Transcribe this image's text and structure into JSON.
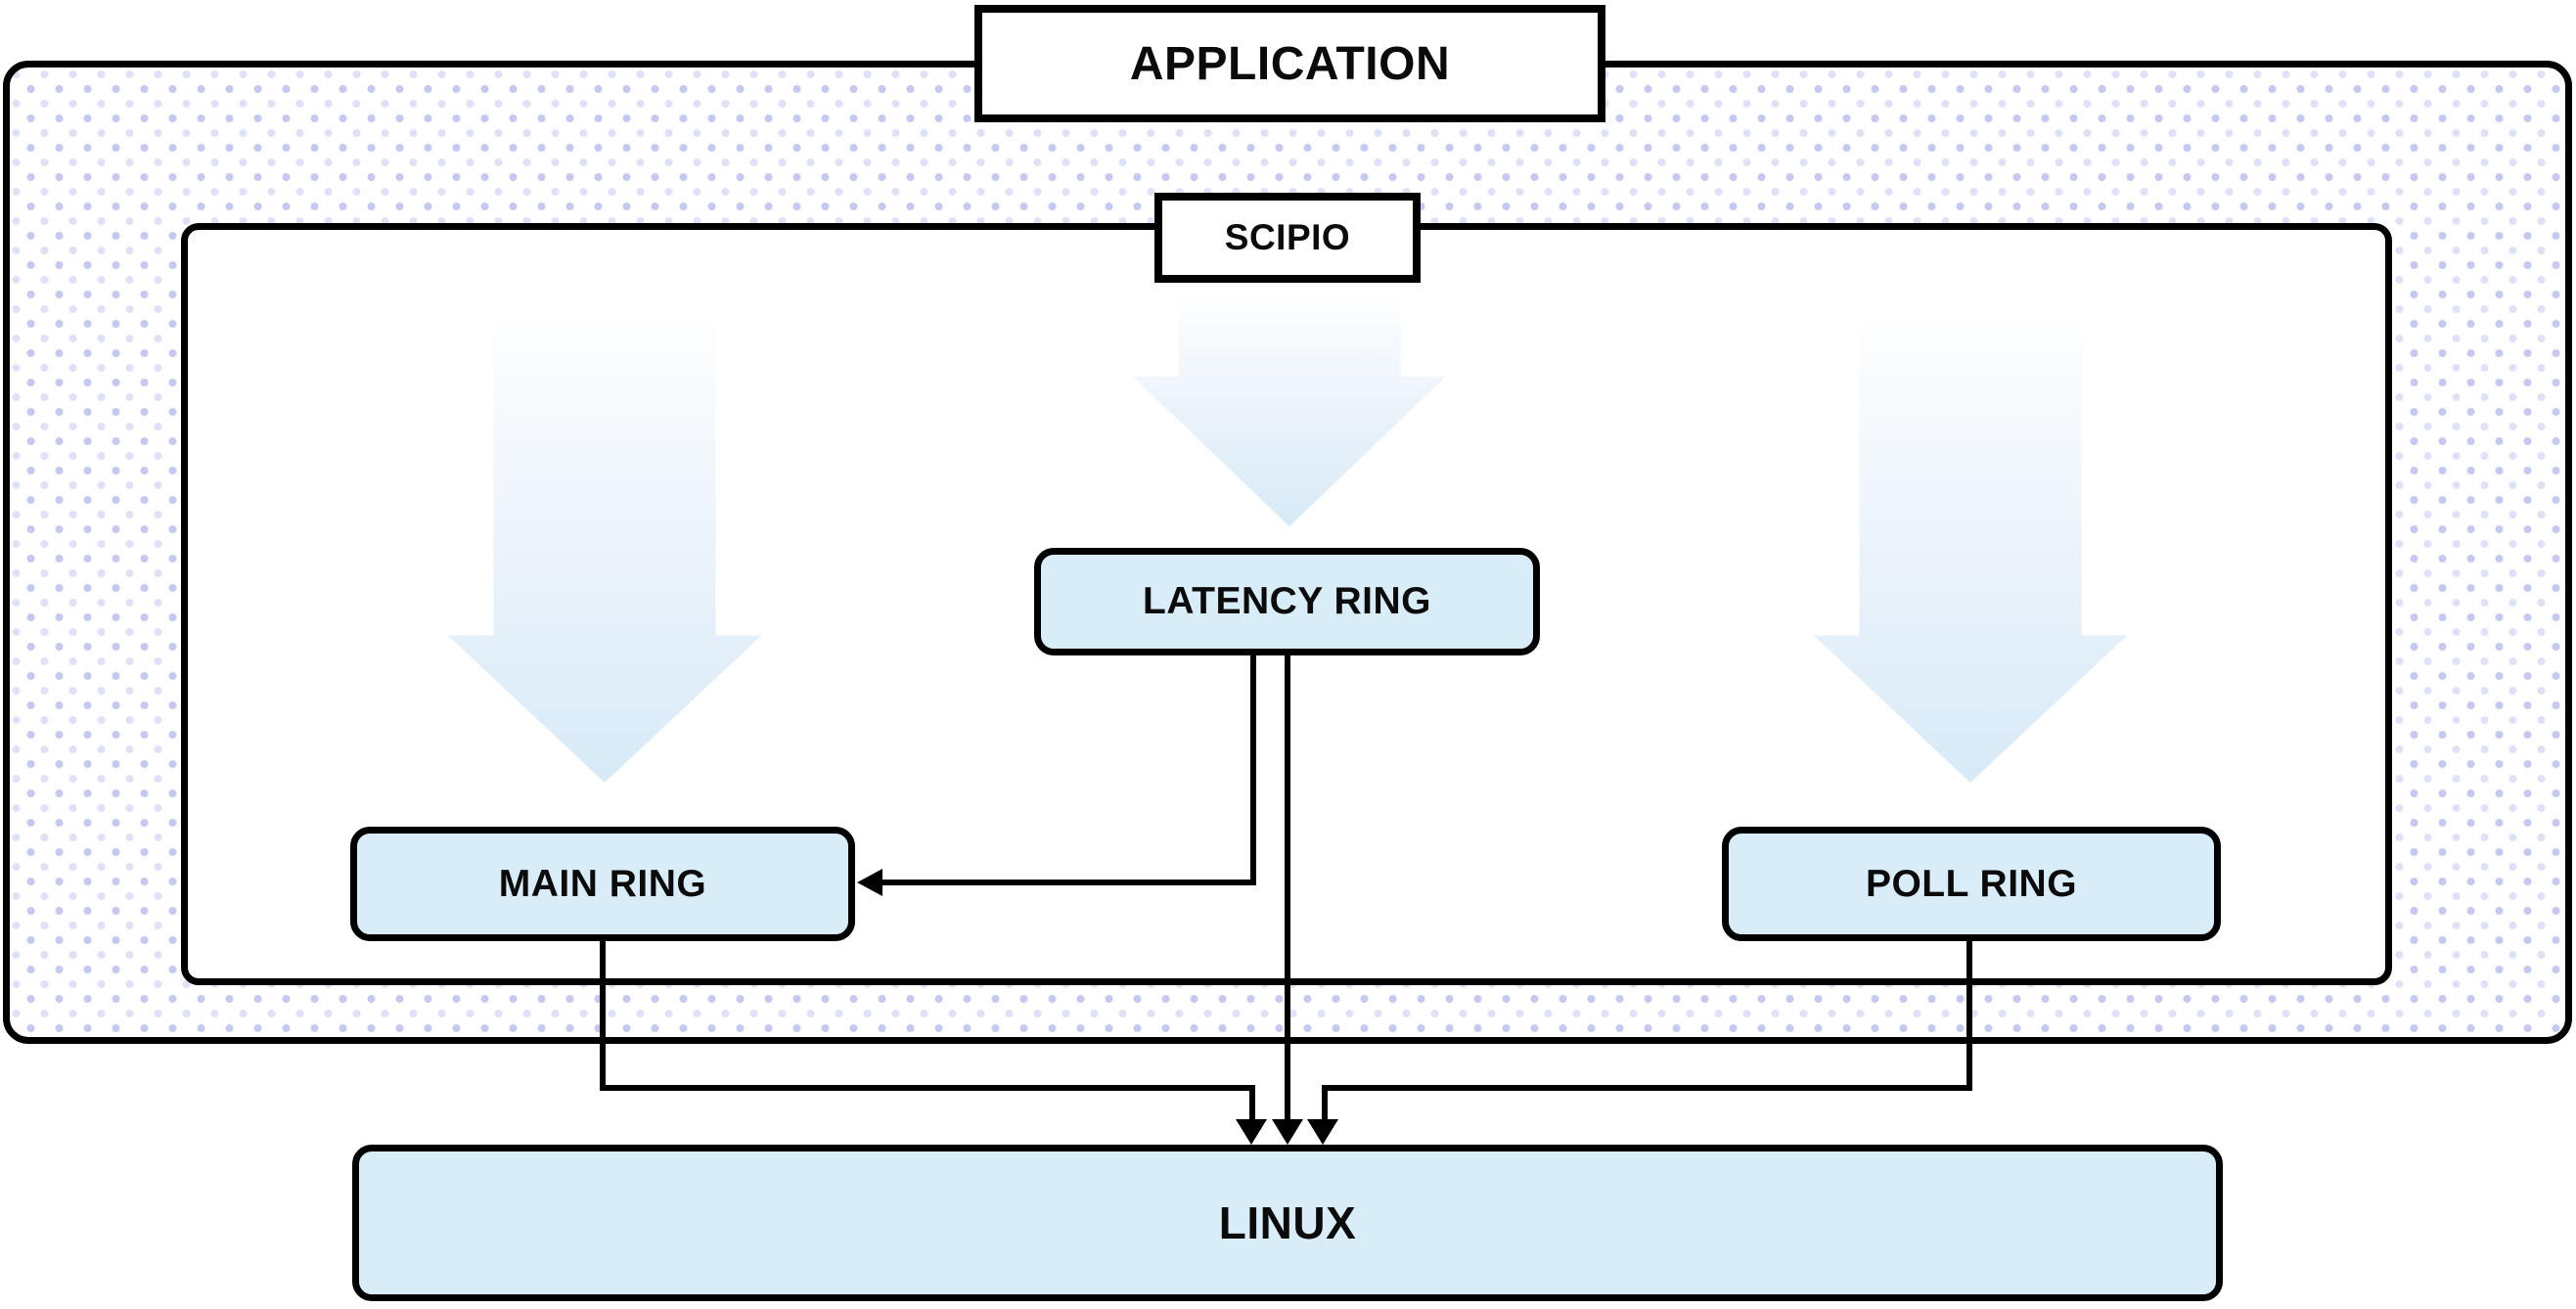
{
  "diagram": {
    "application": {
      "label": "APPLICATION"
    },
    "scipio": {
      "label": "SCIPIO"
    },
    "latency_ring": {
      "label": "LATENCY RING"
    },
    "main_ring": {
      "label": "MAIN RING"
    },
    "poll_ring": {
      "label": "POLL RING"
    },
    "linux": {
      "label": "LINUX"
    },
    "colors": {
      "node_fill": "#d9edf9",
      "outline": "#000000",
      "dot_primary": "#c5c9ef",
      "dot_secondary": "#dfe2f7",
      "arrow_fade_top": "#fdfeff",
      "arrow_fade_bottom": "#d7eaf7"
    }
  }
}
